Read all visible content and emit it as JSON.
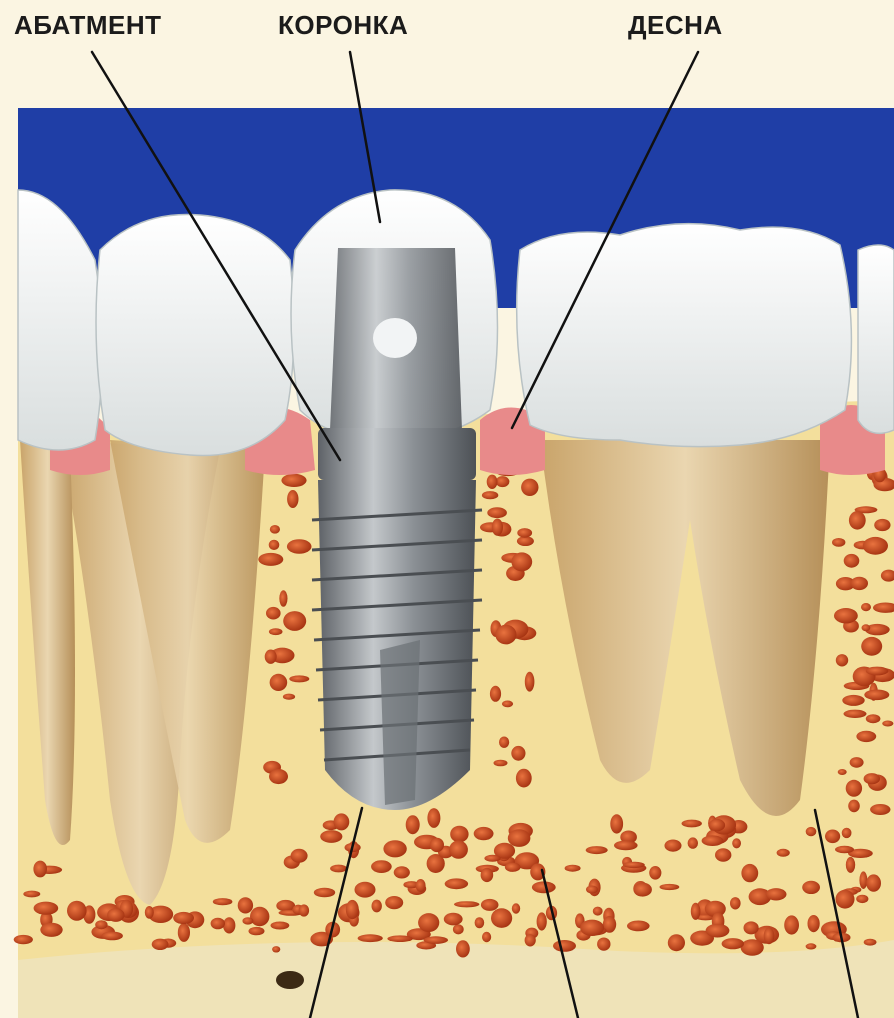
{
  "labels": {
    "abutment": "АБАТМЕНТ",
    "crown": "КОРОНКА",
    "gum": "ДЕСНА"
  },
  "colors": {
    "background": "#fbf5e2",
    "sky": "#1f3ea6",
    "tooth_enamel": "#f4f6f6",
    "root": "#d9bf8f",
    "bone": "#f3df9c",
    "bone_pores": "#b83a14",
    "gum": "#e88a8a",
    "implant_metal": "#8f9498",
    "leader_line": "#111111"
  },
  "icons": [
    "abutment-icon",
    "crown-icon",
    "implant-screw-icon",
    "bone-icon",
    "gum-icon",
    "tooth-root-icon"
  ]
}
